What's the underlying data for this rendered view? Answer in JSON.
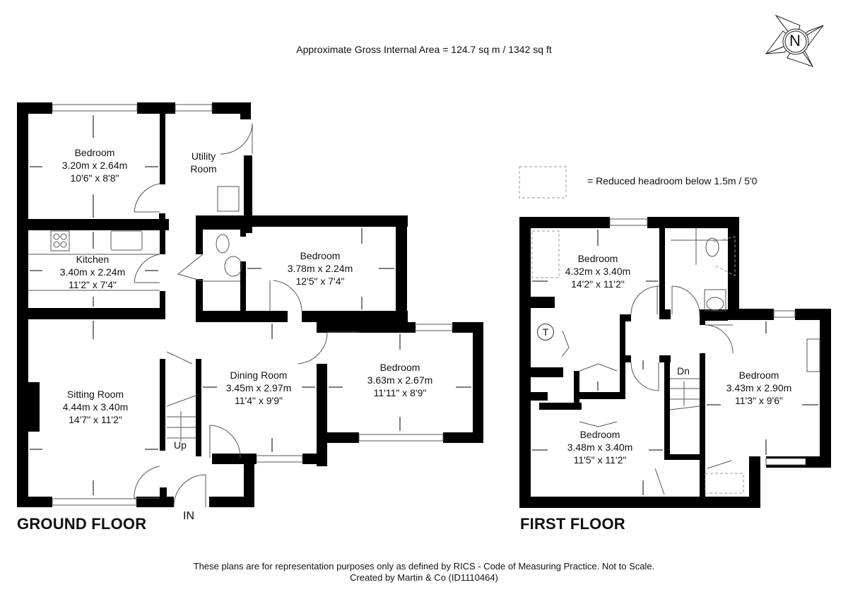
{
  "header": {
    "gross_area": "Approximate Gross Internal Area = 124.7 sq m / 1342 sq ft"
  },
  "compass": {
    "letter": "N"
  },
  "legend": {
    "text": "= Reduced headroom below 1.5m / 5'0"
  },
  "ground_floor": {
    "title": "GROUND FLOOR",
    "entrance_label": "IN",
    "stairs_label": "Up",
    "rooms": [
      {
        "name": "Bedroom",
        "metric": "3.20m x 2.64m",
        "imperial": "10'6\" x 8'8\""
      },
      {
        "name": "Utility",
        "name2": "Room"
      },
      {
        "name": "Kitchen",
        "metric": "3.40m x 2.24m",
        "imperial": "11'2\" x 7'4\""
      },
      {
        "name": "Bedroom",
        "metric": "3.78m x 2.24m",
        "imperial": "12'5\" x 7'4\""
      },
      {
        "name": "Sitting Room",
        "metric": "4.44m x 3.40m",
        "imperial": "14'7\" x 11'2\""
      },
      {
        "name": "Dining Room",
        "metric": "3.45m x 2.97m",
        "imperial": "11'4\" x 9'9\""
      },
      {
        "name": "Bedroom",
        "metric": "3.63m x 2.67m",
        "imperial": "11'11\" x 8'9\""
      }
    ]
  },
  "first_floor": {
    "title": "FIRST FLOOR",
    "stairs_label": "Dn",
    "tank_label": "T",
    "rooms": [
      {
        "name": "Bedroom",
        "metric": "4.32m x 3.40m",
        "imperial": "14'2\" x 11'2\""
      },
      {
        "name": "Bedroom",
        "metric": "3.43m x 2.90m",
        "imperial": "11'3\" x 9'6\""
      },
      {
        "name": "Bedroom",
        "metric": "3.48m x 3.40m",
        "imperial": "11'5\" x 11'2\""
      }
    ]
  },
  "footer": {
    "line1": "These plans are for representation purposes only as defined by RICS - Code of Measuring Practice. Not to Scale.",
    "line2": "Created by Martin & Co (ID1110464)"
  }
}
